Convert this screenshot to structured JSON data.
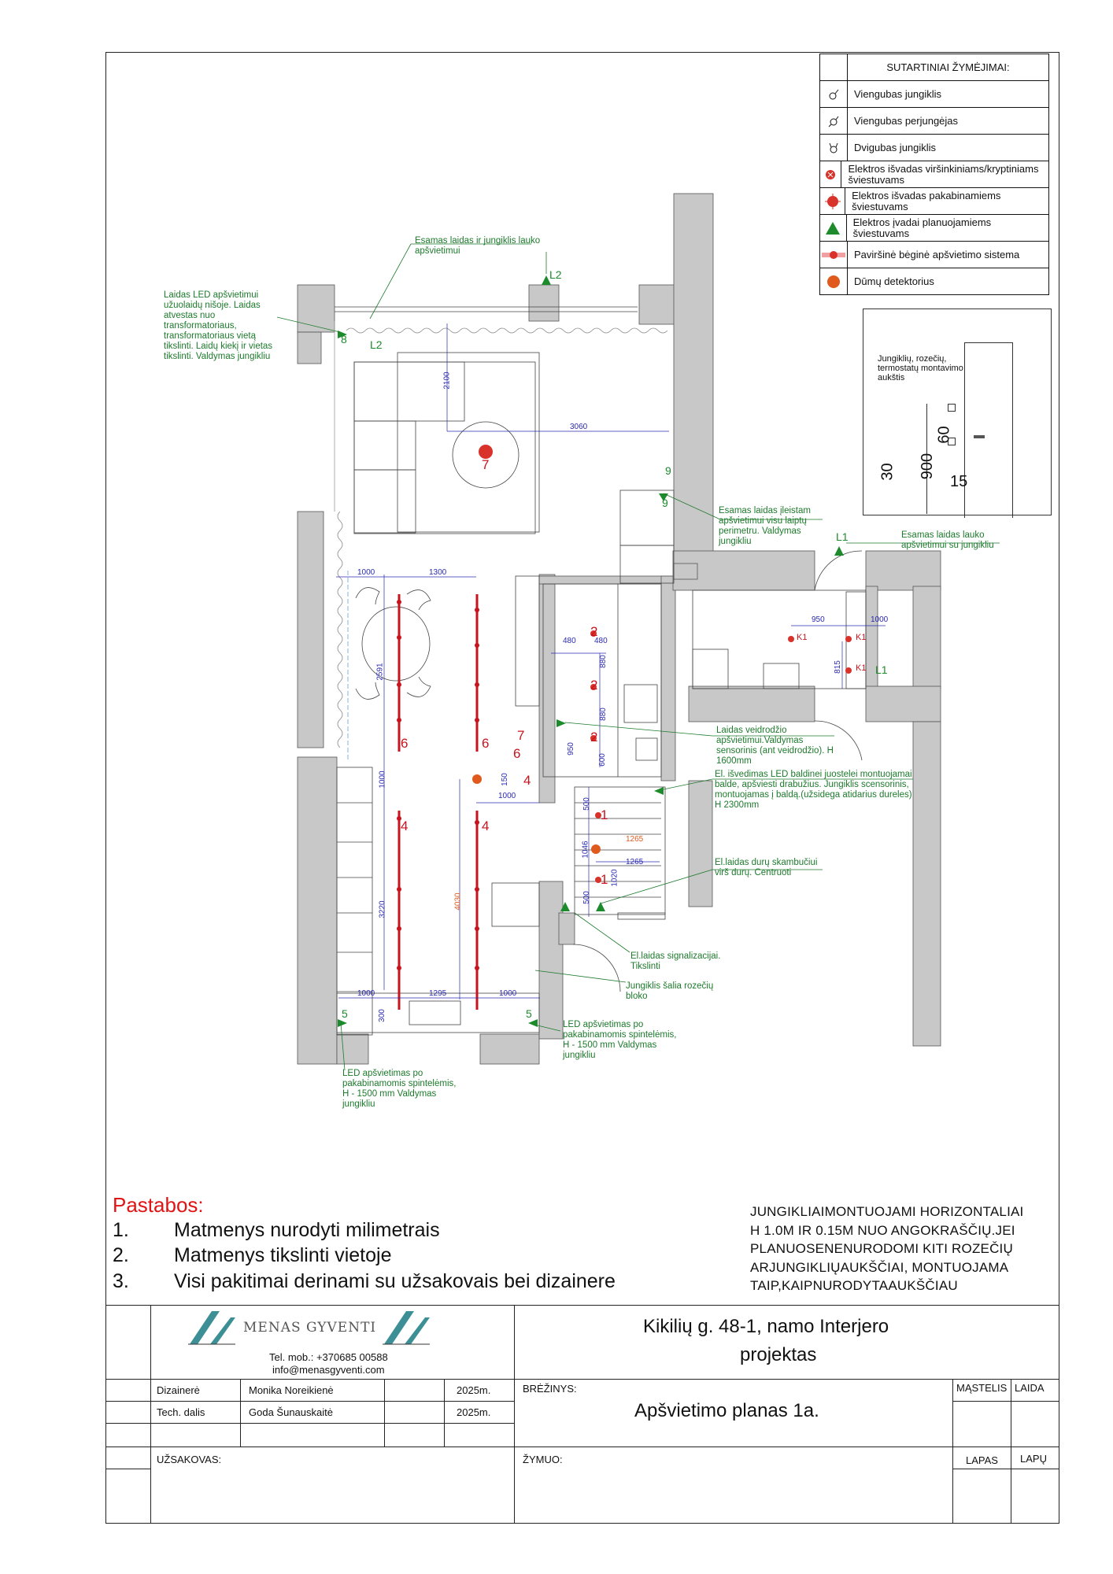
{
  "legend": {
    "title": "SUTARTINIAI ŽYMĖJIMAI:",
    "items": [
      {
        "icon": "single-switch-icon",
        "label": "Viengubas jungiklis"
      },
      {
        "icon": "single-changeover-icon",
        "label": "Viengubas perjungėjas"
      },
      {
        "icon": "double-switch-icon",
        "label": "Dvigubas jungiklis"
      },
      {
        "icon": "ceiling-outlet-icon",
        "label": "Elektros išvadas viršinkiniams/kryptiniams šviestuvams"
      },
      {
        "icon": "pendant-outlet-icon",
        "label": "Elektros išvadas pakabinamiems šviestuvams"
      },
      {
        "icon": "planned-input-icon",
        "label": "Elektros įvadai planuojamiems šviestuvams"
      },
      {
        "icon": "track-system-icon",
        "label": "Paviršinė bėginė apšvietimo sistema"
      },
      {
        "icon": "smoke-detector-icon",
        "label": "Dūmų detektorius"
      }
    ]
  },
  "inset": {
    "text": "Jungiklių, rozečių, termostatų montavimo aukštis",
    "dims": [
      "30",
      "900",
      "60",
      "15"
    ]
  },
  "callouts": {
    "c1": "Esamas laidas ir jungiklis lauko apšvietimui",
    "c2": "Laidas LED apšvietimui užuolaidų nišoje. Laidas atvestas nuo transformatoriaus, transformatoriaus vietą tikslinti. Laidų kiekį ir vietas tikslinti. Valdymas jungikliu",
    "c3": "Esamas laidas įleistam apšvietimui visu laiptų perimetru. Valdymas jungikliu",
    "c4": "Esamas laidas lauko apšvietimui su jungikliu",
    "c5": "Laidas veidrodžio apšvietimui.Valdymas sensorinis (ant veidrodžio). H 1600mm",
    "c6": "El. išvedimas LED baldinei juostelei montuojamai balde, apšviesti drabužius. Jungiklis scensorinis, montuojamas į baldą.(užsidega atidarius dureles) H 2300mm",
    "c7": "El.laidas durų skambučiui virš durų. Centruoti",
    "c8": "El.laidas signalizacijai. Tikslinti",
    "c9": "Jungiklis šalia rozečių bloko",
    "c10": "LED apšvietimas po pakabinamomis spintelėmis, H - 1500 mm Valdymas jungikliu",
    "c11": "LED apšvietimas po pakabinamomis spintelėmis, H - 1500 mm Valdymas jungikliu"
  },
  "plan_labels": {
    "L2a": "L2",
    "L2b": "L2",
    "L1a": "L1",
    "L1b": "L1",
    "K1a": "K1",
    "K1b": "K1",
    "K1c": "K1",
    "n8": "8",
    "n7": "7",
    "n9a": "9",
    "n9b": "9",
    "n6a": "6",
    "n6b": "6",
    "n4a": "4",
    "n4b": "4",
    "n2a": "2",
    "n2b": "2",
    "n2c": "2",
    "n1a": "1",
    "n1b": "1",
    "n5a": "5",
    "n5b": "5",
    "n7b": "7",
    "n6c": "6",
    "n4c": "4"
  },
  "dims": {
    "d2100": "2100",
    "d3060": "3060",
    "d1000a": "1000",
    "d1300": "1300",
    "d2591": "2591",
    "d1000b": "1000",
    "d3220": "3220",
    "d4030": "4030",
    "d1000c": "1000",
    "d1295": "1295",
    "d1000d": "1000",
    "d300": "300",
    "d480a": "480",
    "d480b": "480",
    "d880a": "880",
    "d880b": "880",
    "d950": "950",
    "d600": "600",
    "d150": "150",
    "d1000e": "1000",
    "d500a": "500",
    "d1046": "1046",
    "d500b": "500",
    "d1265a": "1265",
    "d1265b": "1265",
    "d1020": "1020",
    "d950b": "950",
    "d1000f": "1000",
    "d815": "815"
  },
  "notes": {
    "title": "Pastabos:",
    "items": [
      {
        "n": "1.",
        "text": "Matmenys nurodyti milimetrais"
      },
      {
        "n": "2.",
        "text": "Matmenys tikslinti vietoje"
      },
      {
        "n": "3.",
        "text": "Visi pakitimai derinami su užsakovais bei dizainere"
      }
    ],
    "install": [
      "JUNGIKLIAIMONTUOJAMI HORIZONTALIAI",
      "H 1.0M IR 0.15M NUO ANGOKRAŠČIŲ.JEI",
      "PLANUOSENENURODOMI KITI ROZEČIŲ",
      "ARJUNGIKLIŲAUKŠČIAI, MONTUOJAMA",
      "TAIP,KAIPNURODYTAAUKŠČIAU"
    ]
  },
  "title_block": {
    "logo_text": "MENAS GYVENTI",
    "phone": "Tel. mob.: +370685 00588",
    "email": "info@menasgyventi.com",
    "project_line1": "Kikilių g. 48-1, namo Interjero",
    "project_line2": "projektas",
    "designer_role": "Dizainerė",
    "designer_name": "Monika Noreikienė",
    "designer_year": "2025m.",
    "tech_role": "Tech. dalis",
    "tech_name": "Goda Šunauskaitė",
    "tech_year": "2025m.",
    "drawing_label": "BRĖŽINYS:",
    "drawing_title": "Apšvietimo planas 1a.",
    "scale_label": "MĄSTELIS",
    "issue_label": "LAIDA",
    "client_label": "UŽSAKOVAS:",
    "mark_label": "ŽYMUO:",
    "sheet_label": "LAPAS",
    "sheets_label": "LAPŲ"
  },
  "colors": {
    "wall": "#c8c8c8",
    "green": "#1d8a2c",
    "red": "#c8141e",
    "dim_blue": "#2a2ab0",
    "orange": "#e05a1e"
  }
}
